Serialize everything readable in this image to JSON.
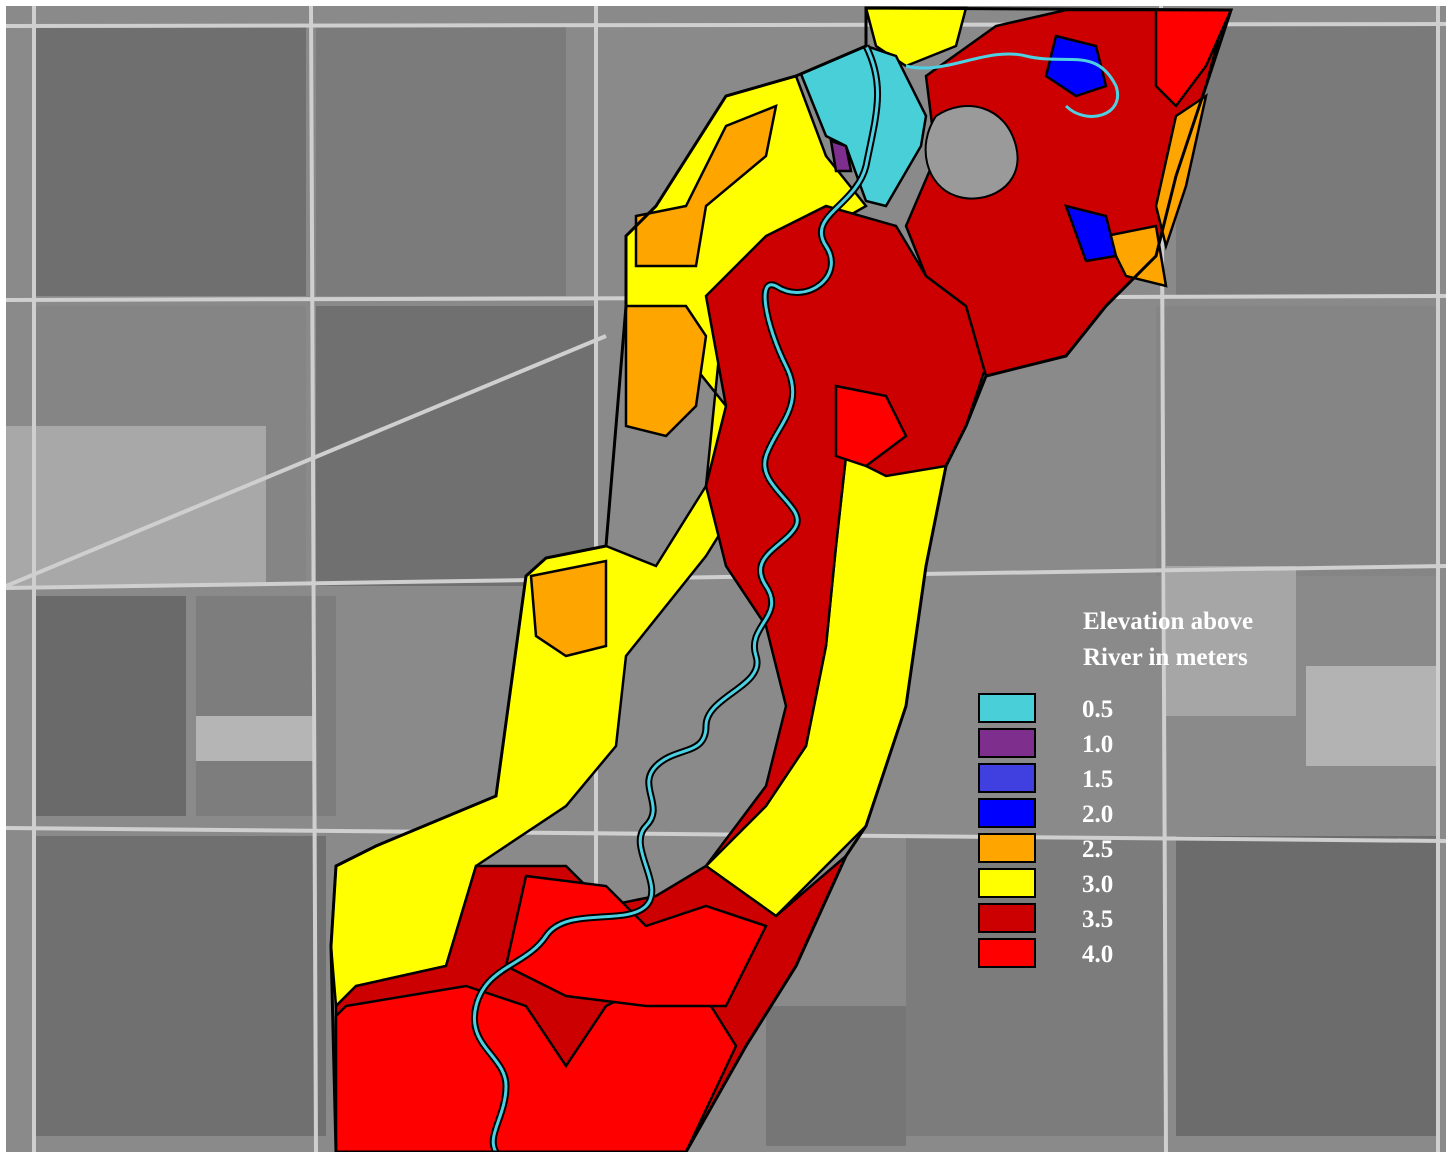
{
  "map": {
    "base_layer": "grayscale aerial imagery of agricultural fields",
    "colors": {
      "field_dark": "#6e6e6e",
      "field_mid": "#8c8c8c",
      "field_light": "#b0b0b0",
      "road": "#c8c8c8",
      "river": "#4dd0e1",
      "outline": "#000000"
    }
  },
  "legend": {
    "title_line1": "Elevation above",
    "title_line2": "River in meters",
    "entries": [
      {
        "label": "0.5",
        "color": "#48cfd8"
      },
      {
        "label": "1.0",
        "color": "#7e2f8e"
      },
      {
        "label": "1.5",
        "color": "#4040e0"
      },
      {
        "label": "2.0",
        "color": "#0000ff"
      },
      {
        "label": "2.5",
        "color": "#ffa500"
      },
      {
        "label": "3.0",
        "color": "#ffff00"
      },
      {
        "label": "3.5",
        "color": "#cc0000"
      },
      {
        "label": "4.0",
        "color": "#ff0000"
      }
    ]
  }
}
